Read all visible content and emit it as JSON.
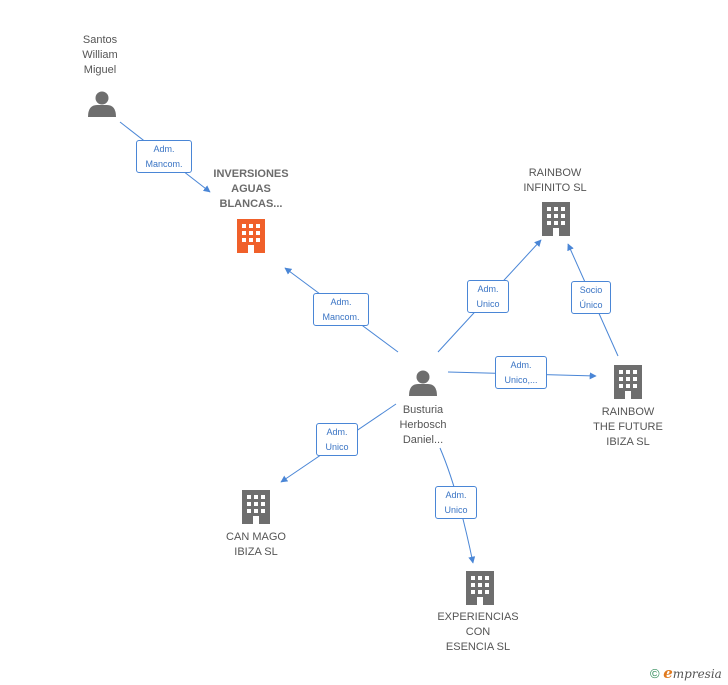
{
  "nodes": {
    "santos": {
      "lines": [
        "Santos",
        "William",
        "Miguel"
      ],
      "kind": "person"
    },
    "inversiones": {
      "lines": [
        "INVERSIONES",
        "AGUAS",
        "BLANCAS..."
      ],
      "kind": "company-highlight"
    },
    "rainbow_infinito": {
      "lines": [
        "RAINBOW",
        "INFINITO  SL"
      ],
      "kind": "company"
    },
    "busturia": {
      "lines": [
        "Busturia",
        "Herbosch",
        "Daniel..."
      ],
      "kind": "person"
    },
    "rainbow_future": {
      "lines": [
        "RAINBOW",
        "THE FUTURE",
        "IBIZA  SL"
      ],
      "kind": "company"
    },
    "can_mago": {
      "lines": [
        "CAN MAGO",
        "IBIZA  SL"
      ],
      "kind": "company"
    },
    "experiencias": {
      "lines": [
        "EXPERIENCIAS",
        "CON",
        "ESENCIA SL"
      ],
      "kind": "company"
    }
  },
  "edges": {
    "santos_inversiones": {
      "lines": [
        "Adm.",
        "Mancom."
      ]
    },
    "busturia_inversiones": {
      "lines": [
        "Adm.",
        "Mancom."
      ]
    },
    "busturia_rainbow_infinito": {
      "lines": [
        "Adm.",
        "Unico"
      ]
    },
    "future_rainbow_infinito": {
      "lines": [
        "Socio",
        "Único"
      ]
    },
    "busturia_future": {
      "lines": [
        "Adm.",
        "Unico,..."
      ]
    },
    "busturia_can_mago": {
      "lines": [
        "Adm.",
        "Unico"
      ]
    },
    "busturia_experiencias": {
      "lines": [
        "Adm.",
        "Unico"
      ]
    }
  },
  "colors": {
    "edge": "#4a86d6",
    "company": "#6e6e6e",
    "company_highlight": "#f0602a",
    "person": "#6e6e6e"
  },
  "footer": {
    "copyright": "©",
    "brand_initial": "e",
    "brand_rest": "mpresia"
  }
}
